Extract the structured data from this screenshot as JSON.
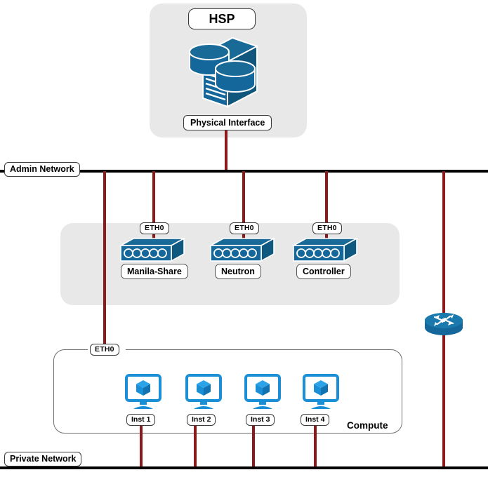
{
  "diagram": {
    "title_box": {
      "label": "HSP"
    },
    "storage": {
      "icon": "storage-array-icon",
      "interface_label": "Physical Interface"
    },
    "networks": [
      {
        "id": "admin",
        "label": "Admin Network"
      },
      {
        "id": "private",
        "label": "Private Network"
      }
    ],
    "services": [
      {
        "id": "manila-share",
        "label": "Manila-Share",
        "nic": "ETH0",
        "icon": "switch-icon"
      },
      {
        "id": "neutron",
        "label": "Neutron",
        "nic": "ETH0",
        "icon": "switch-icon"
      },
      {
        "id": "controller",
        "label": "Controller",
        "nic": "ETH0",
        "icon": "switch-icon"
      }
    ],
    "compute": {
      "label": "Compute",
      "nic": "ETH0",
      "instances": [
        {
          "id": "inst1",
          "label": "Inst 1",
          "icon": "instance-monitor-icon"
        },
        {
          "id": "inst2",
          "label": "Inst 2",
          "icon": "instance-monitor-icon"
        },
        {
          "id": "inst3",
          "label": "Inst 3",
          "icon": "instance-monitor-icon"
        },
        {
          "id": "inst4",
          "label": "Inst 4",
          "icon": "instance-monitor-icon"
        }
      ]
    },
    "router": {
      "id": "router",
      "icon": "router-icon"
    },
    "colors": {
      "connector": "#8b1a1a",
      "network_line": "#000000",
      "panel_fill": "#e8e8e8",
      "cisco_blue": "#14679a",
      "instance_blue": "#1a8fd6"
    }
  }
}
